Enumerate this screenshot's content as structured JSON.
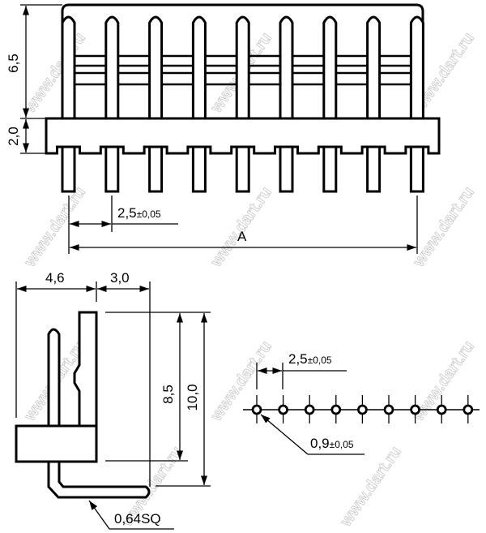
{
  "watermark": "www.dart.ru",
  "front_view": {
    "pin_count": 9,
    "dim_height_upper": "6,5",
    "dim_height_housing": "2,0",
    "dim_pitch": "2,5",
    "dim_pitch_tol": "±0,05",
    "dim_length": "A"
  },
  "side_view": {
    "dim_depth_front": "4,6",
    "dim_depth_rear": "3,0",
    "dim_height_body": "8,5",
    "dim_height_total": "10,0",
    "pin_size": "0,64SQ"
  },
  "pcb_layout": {
    "hole_count": 9,
    "dim_pitch": "2,5",
    "dim_pitch_tol": "±0,05",
    "dim_hole": "0,9",
    "dim_hole_tol": "±0,05"
  }
}
